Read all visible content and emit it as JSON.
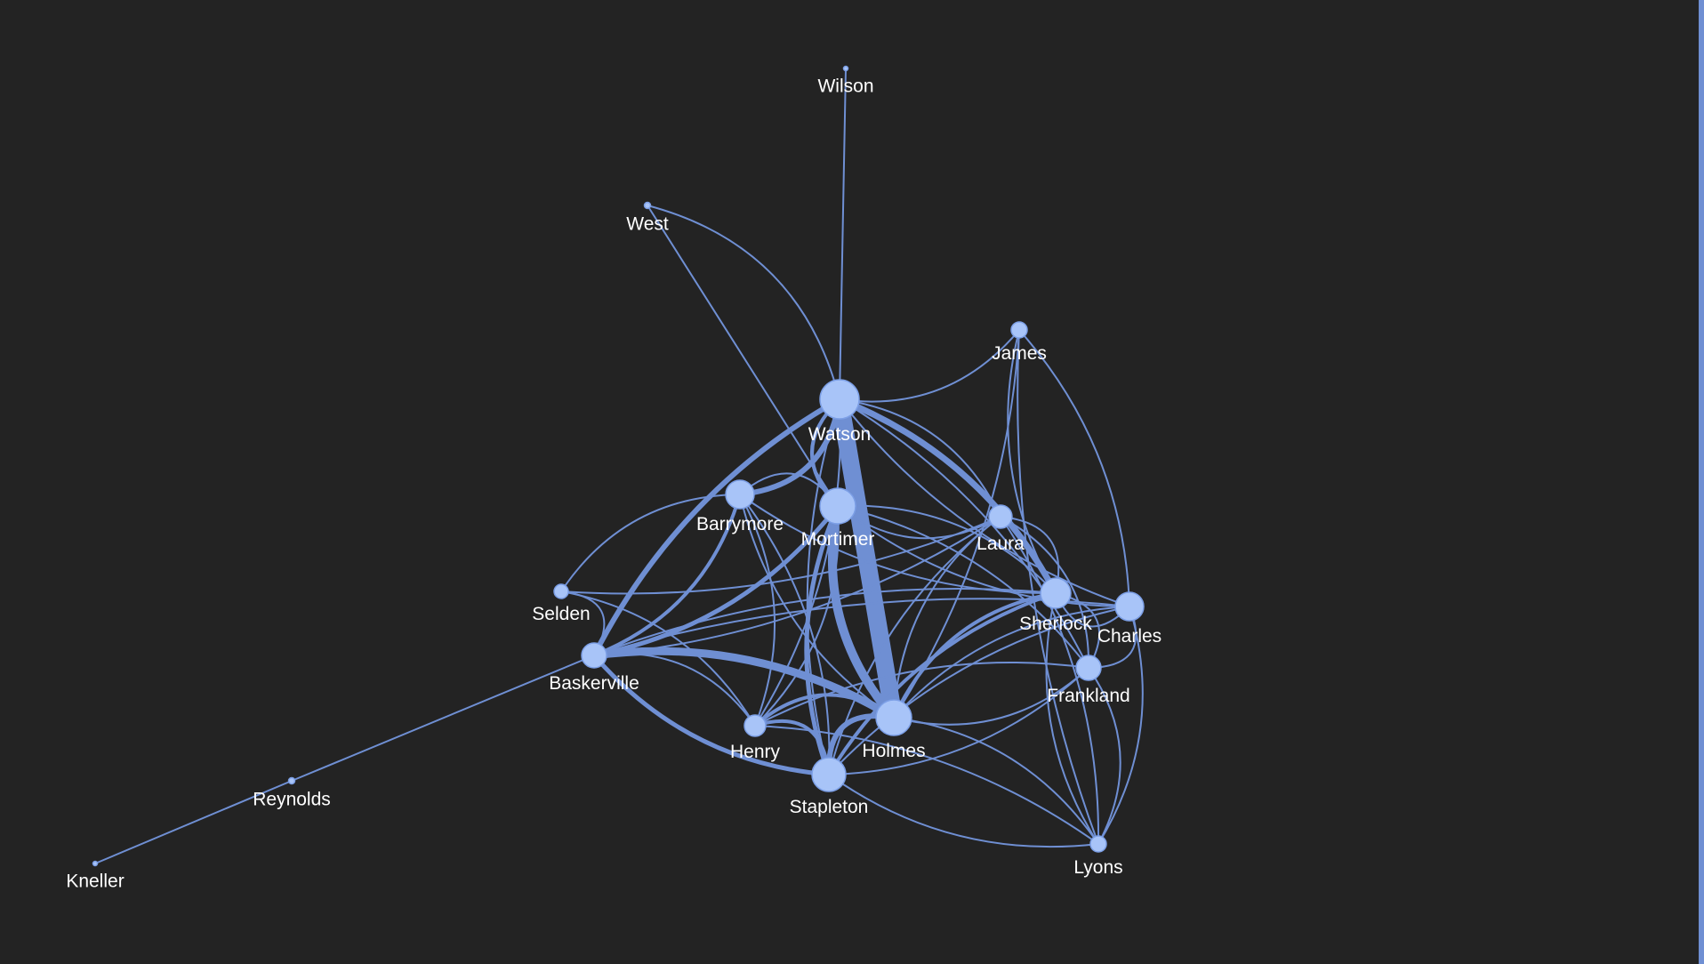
{
  "colors": {
    "background": "#232323",
    "node_fill": "#a8c4f8",
    "edge": "#6f8fd3",
    "label": "#ffffff",
    "right_edge_bar": "#6f8fd3"
  },
  "nodes": [
    {
      "id": "wilson",
      "label": "Wilson"
    },
    {
      "id": "west",
      "label": "West"
    },
    {
      "id": "james",
      "label": "James"
    },
    {
      "id": "watson",
      "label": "Watson"
    },
    {
      "id": "barrymore",
      "label": "Barrymore"
    },
    {
      "id": "mortimer",
      "label": "Mortimer"
    },
    {
      "id": "laura",
      "label": "Laura"
    },
    {
      "id": "selden",
      "label": "Selden"
    },
    {
      "id": "sherlock",
      "label": "Sherlock"
    },
    {
      "id": "charles",
      "label": "Charles"
    },
    {
      "id": "baskerville",
      "label": "Baskerville"
    },
    {
      "id": "frankland",
      "label": "Frankland"
    },
    {
      "id": "henry",
      "label": "Henry"
    },
    {
      "id": "holmes",
      "label": "Holmes"
    },
    {
      "id": "stapleton",
      "label": "Stapleton"
    },
    {
      "id": "reynolds",
      "label": "Reynolds"
    },
    {
      "id": "kneller",
      "label": "Kneller"
    },
    {
      "id": "lyons",
      "label": "Lyons"
    }
  ],
  "edges": [
    {
      "source": "wilson",
      "target": "watson"
    },
    {
      "source": "west",
      "target": "watson"
    },
    {
      "source": "west",
      "target": "mortimer"
    },
    {
      "source": "reynolds",
      "target": "kneller"
    },
    {
      "source": "reynolds",
      "target": "baskerville"
    },
    {
      "source": "watson",
      "target": "holmes"
    },
    {
      "source": "watson",
      "target": "mortimer"
    },
    {
      "source": "watson",
      "target": "barrymore"
    },
    {
      "source": "watson",
      "target": "baskerville"
    },
    {
      "source": "watson",
      "target": "sherlock"
    },
    {
      "source": "watson",
      "target": "stapleton"
    },
    {
      "source": "watson",
      "target": "henry"
    },
    {
      "source": "watson",
      "target": "james"
    },
    {
      "source": "watson",
      "target": "laura"
    },
    {
      "source": "watson",
      "target": "charles"
    },
    {
      "source": "watson",
      "target": "frankland"
    },
    {
      "source": "mortimer",
      "target": "holmes"
    },
    {
      "source": "mortimer",
      "target": "baskerville"
    },
    {
      "source": "mortimer",
      "target": "stapleton"
    },
    {
      "source": "mortimer",
      "target": "sherlock"
    },
    {
      "source": "mortimer",
      "target": "charles"
    },
    {
      "source": "mortimer",
      "target": "henry"
    },
    {
      "source": "mortimer",
      "target": "barrymore"
    },
    {
      "source": "mortimer",
      "target": "frankland"
    },
    {
      "source": "mortimer",
      "target": "laura"
    },
    {
      "source": "barrymore",
      "target": "baskerville"
    },
    {
      "source": "barrymore",
      "target": "holmes"
    },
    {
      "source": "barrymore",
      "target": "henry"
    },
    {
      "source": "barrymore",
      "target": "selden"
    },
    {
      "source": "barrymore",
      "target": "stapleton"
    },
    {
      "source": "barrymore",
      "target": "sherlock"
    },
    {
      "source": "baskerville",
      "target": "holmes"
    },
    {
      "source": "baskerville",
      "target": "stapleton"
    },
    {
      "source": "baskerville",
      "target": "henry"
    },
    {
      "source": "baskerville",
      "target": "selden"
    },
    {
      "source": "baskerville",
      "target": "sherlock"
    },
    {
      "source": "baskerville",
      "target": "laura"
    },
    {
      "source": "baskerville",
      "target": "charles"
    },
    {
      "source": "holmes",
      "target": "stapleton"
    },
    {
      "source": "holmes",
      "target": "sherlock"
    },
    {
      "source": "holmes",
      "target": "henry"
    },
    {
      "source": "holmes",
      "target": "laura"
    },
    {
      "source": "holmes",
      "target": "frankland"
    },
    {
      "source": "holmes",
      "target": "charles"
    },
    {
      "source": "holmes",
      "target": "james"
    },
    {
      "source": "holmes",
      "target": "lyons"
    },
    {
      "source": "stapleton",
      "target": "henry"
    },
    {
      "source": "stapleton",
      "target": "sherlock"
    },
    {
      "source": "stapleton",
      "target": "frankland"
    },
    {
      "source": "stapleton",
      "target": "laura"
    },
    {
      "source": "stapleton",
      "target": "lyons"
    },
    {
      "source": "stapleton",
      "target": "charles"
    },
    {
      "source": "sherlock",
      "target": "charles"
    },
    {
      "source": "sherlock",
      "target": "frankland"
    },
    {
      "source": "sherlock",
      "target": "laura"
    },
    {
      "source": "sherlock",
      "target": "james"
    },
    {
      "source": "sherlock",
      "target": "lyons"
    },
    {
      "source": "charles",
      "target": "frankland"
    },
    {
      "source": "charles",
      "target": "james"
    },
    {
      "source": "charles",
      "target": "lyons"
    },
    {
      "source": "frankland",
      "target": "laura"
    },
    {
      "source": "frankland",
      "target": "lyons"
    },
    {
      "source": "frankland",
      "target": "henry"
    },
    {
      "source": "laura",
      "target": "lyons"
    },
    {
      "source": "selden",
      "target": "laura"
    },
    {
      "source": "selden",
      "target": "henry"
    },
    {
      "source": "james",
      "target": "lyons"
    },
    {
      "source": "henry",
      "target": "lyons"
    }
  ]
}
